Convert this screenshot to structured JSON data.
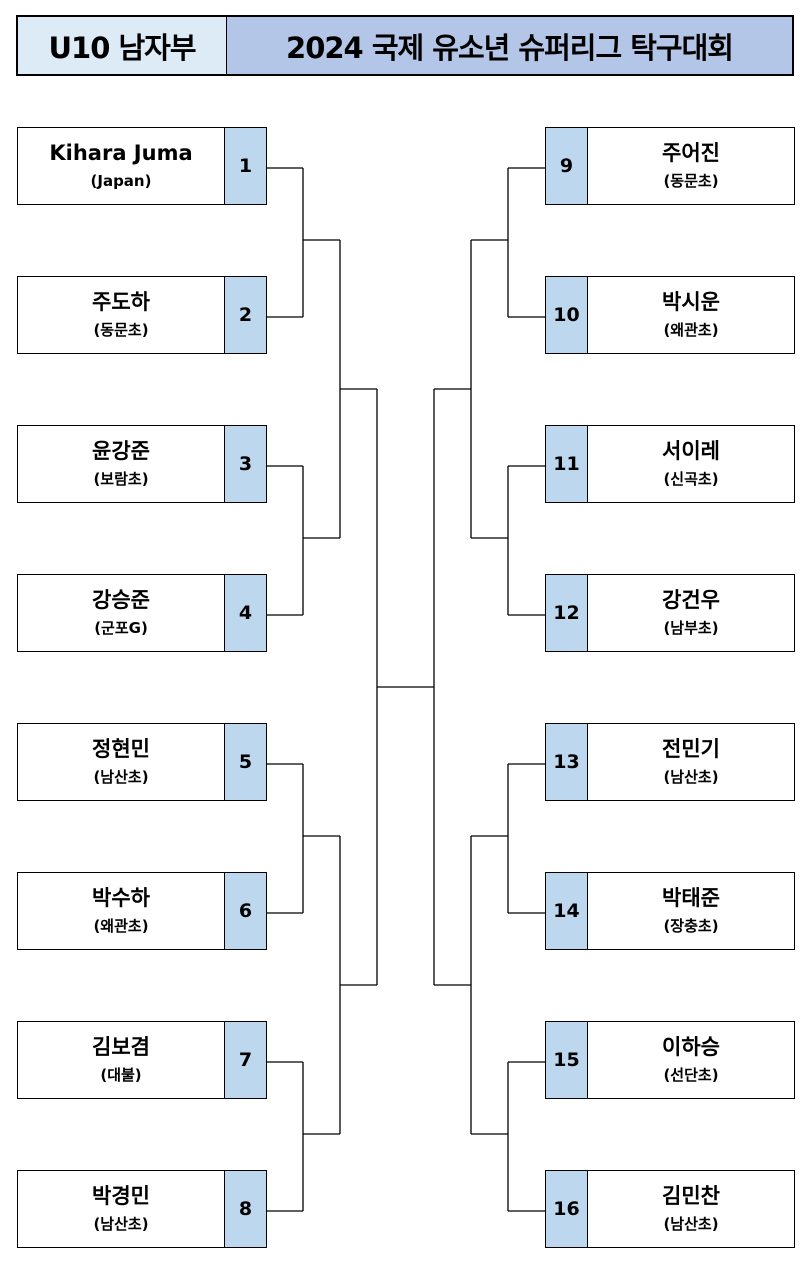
{
  "header": {
    "category": "U10 남자부",
    "title": "2024 국제 유소년 슈퍼리그 탁구대회"
  },
  "bracket": {
    "left": [
      {
        "seed": "1",
        "name": "Kihara Juma",
        "team": "(Japan)"
      },
      {
        "seed": "2",
        "name": "주도하",
        "team": "(동문초)"
      },
      {
        "seed": "3",
        "name": "윤강준",
        "team": "(보람초)"
      },
      {
        "seed": "4",
        "name": "강승준",
        "team": "(군포G)"
      },
      {
        "seed": "5",
        "name": "정현민",
        "team": "(남산초)"
      },
      {
        "seed": "6",
        "name": "박수하",
        "team": "(왜관초)"
      },
      {
        "seed": "7",
        "name": "김보겸",
        "team": "(대불)"
      },
      {
        "seed": "8",
        "name": "박경민",
        "team": "(남산초)"
      }
    ],
    "right": [
      {
        "seed": "9",
        "name": "주어진",
        "team": "(동문초)"
      },
      {
        "seed": "10",
        "name": "박시운",
        "team": "(왜관초)"
      },
      {
        "seed": "11",
        "name": "서이레",
        "team": "(신곡초)"
      },
      {
        "seed": "12",
        "name": "강건우",
        "team": "(남부초)"
      },
      {
        "seed": "13",
        "name": "전민기",
        "team": "(남산초)"
      },
      {
        "seed": "14",
        "name": "박태준",
        "team": "(장충초)"
      },
      {
        "seed": "15",
        "name": "이하승",
        "team": "(선단초)"
      },
      {
        "seed": "16",
        "name": "김민찬",
        "team": "(남산초)"
      }
    ]
  },
  "colors": {
    "category_bg": "#DDEBF7",
    "title_bg": "#B4C6E7",
    "seed_bg": "#BDD7EE",
    "line": "#000000"
  }
}
